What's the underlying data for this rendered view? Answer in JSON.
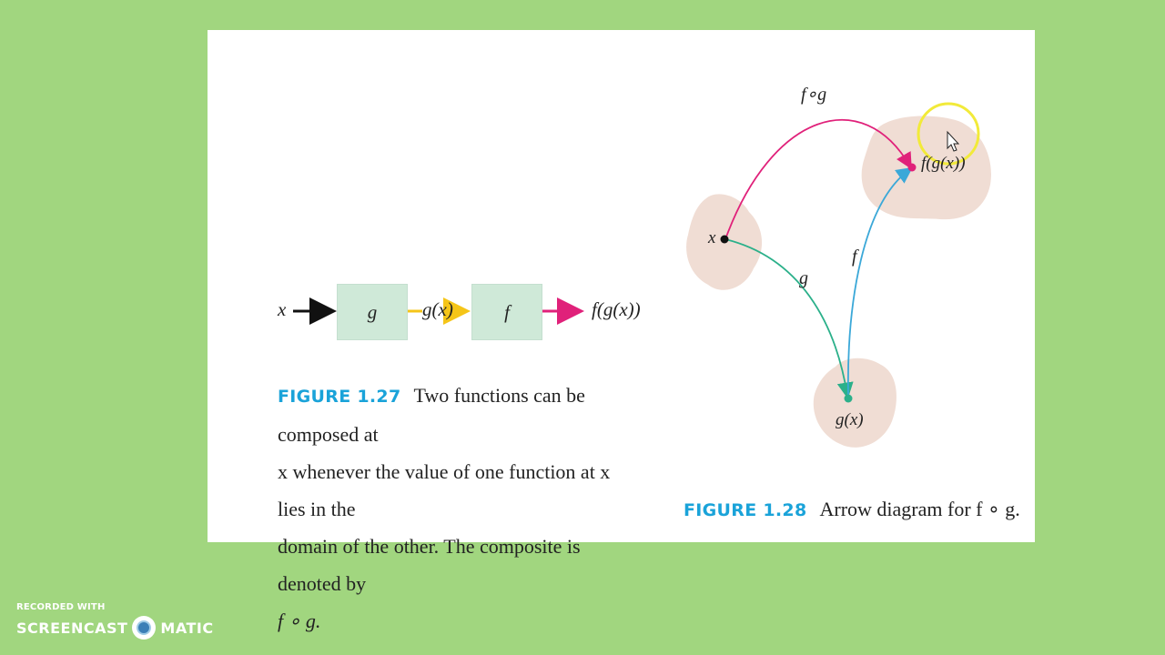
{
  "fig27": {
    "x_label": "x",
    "box_g": "g",
    "mid_label": "g(x)",
    "box_f": "f",
    "out_label": "f(g(x))",
    "caption_label": "FIGURE 1.27",
    "caption_line1": "Two functions can be composed at",
    "caption_line2": "x whenever the value of one function at x lies in the",
    "caption_line3": "domain of the other. The composite is denoted by",
    "caption_line4": "f ∘ g."
  },
  "fig28": {
    "arc_top_label": "f∘g",
    "point_x_label": "x",
    "point_fgx_label": "f(g(x))",
    "point_gx_label": "g(x)",
    "arrow_g_label": "g",
    "arrow_f_label": "f",
    "caption_label": "FIGURE 1.28",
    "caption_text": "Arrow diagram for f ∘ g."
  },
  "colors": {
    "background": "#a1d67f",
    "arrow_black": "#111111",
    "arrow_yellow": "#f5c518",
    "arrow_magenta": "#e0217a",
    "arrow_teal": "#2bb08a",
    "arrow_blue": "#3ba8d8",
    "box_fill": "#cfe9d8",
    "blob_fill": "#f0ddd4",
    "caption_blue": "#1aa3d9",
    "cursor_highlight": "#f2ea3a"
  },
  "watermark": {
    "line1": "RECORDED WITH",
    "brand_left": "SCREENCAST",
    "brand_right": "MATIC"
  },
  "icons": [
    "mouse-pointer-icon",
    "screencast-logo-icon"
  ]
}
